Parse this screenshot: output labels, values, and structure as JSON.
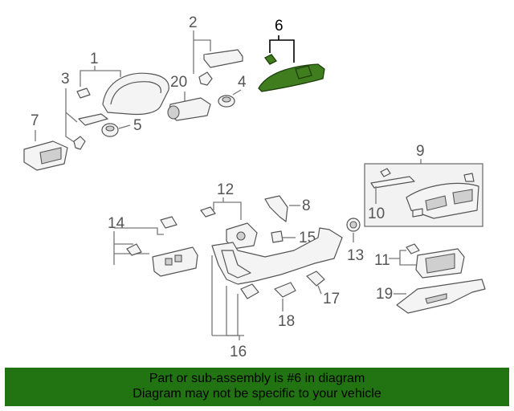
{
  "callouts": {
    "c1": "1",
    "c2": "2",
    "c3": "3",
    "c4": "4",
    "c5": "5",
    "c6": "6",
    "c7": "7",
    "c8": "8",
    "c9": "9",
    "c10": "10",
    "c11": "11",
    "c12": "12",
    "c13": "13",
    "c14": "14",
    "c15": "15",
    "c16": "16",
    "c17": "17",
    "c18": "18",
    "c19": "19",
    "c20": "20"
  },
  "highlighted_part": "6",
  "colors": {
    "highlight": "#3f7d1f",
    "banner": "#217411"
  },
  "banner": {
    "line1": "Part or sub-assembly is #6 in diagram",
    "line2": "Diagram may not be specific to your vehicle"
  }
}
